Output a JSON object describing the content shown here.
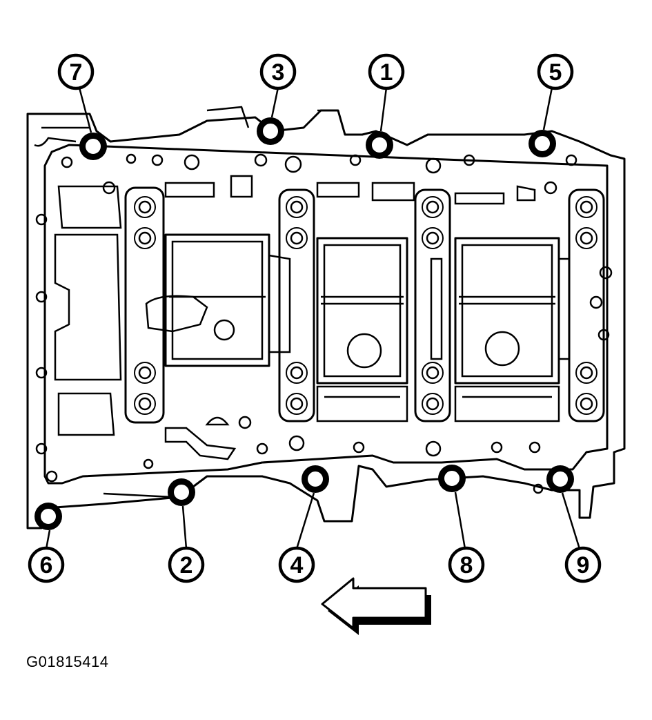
{
  "figure": {
    "id": "G01815414"
  },
  "callouts": [
    {
      "number": "1"
    },
    {
      "number": "2"
    },
    {
      "number": "3"
    },
    {
      "number": "4"
    },
    {
      "number": "5"
    },
    {
      "number": "6"
    },
    {
      "number": "7"
    },
    {
      "number": "8"
    },
    {
      "number": "9"
    }
  ],
  "direction_arrow": {
    "icon": "left-arrow-icon"
  }
}
